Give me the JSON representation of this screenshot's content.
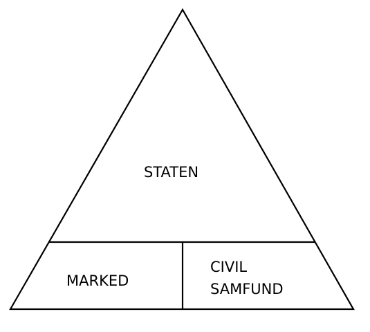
{
  "colors": {
    "stroke": "#000000",
    "background": "#ffffff"
  },
  "diagram": {
    "top_label": "STATEN",
    "bottom_left_label": "MARKED",
    "bottom_right_label_line1": "CIVIL",
    "bottom_right_label_line2": "SAMFUND"
  }
}
